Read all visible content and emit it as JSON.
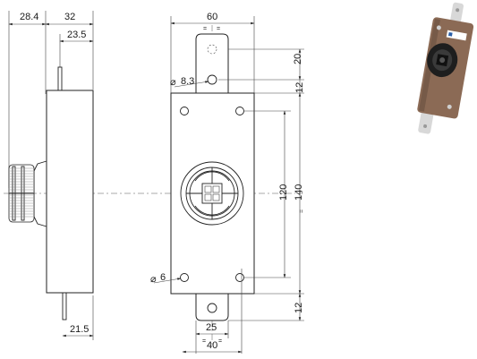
{
  "dimensions": {
    "side_knob_depth": "28.4",
    "side_body_depth": "32",
    "side_inner_depth": "23.5",
    "side_bottom_depth": "21.5",
    "front_width": "60",
    "hole_diameter": "8.3",
    "tab_height": "20",
    "top_tab_offset": "12",
    "bottom_tab_offset": "12",
    "screw_spacing": "120",
    "body_height": "140",
    "screw_diameter": "6",
    "bottom_tab_width": "25",
    "bottom_overall_width": "40"
  },
  "symbols": {
    "diameter": "⌀",
    "equal": "="
  },
  "photo": {
    "body_color": "#8b6a55",
    "tab_color": "#d8d8d8",
    "knob_color": "#1e1e1e",
    "label_color": "#ffffff"
  }
}
